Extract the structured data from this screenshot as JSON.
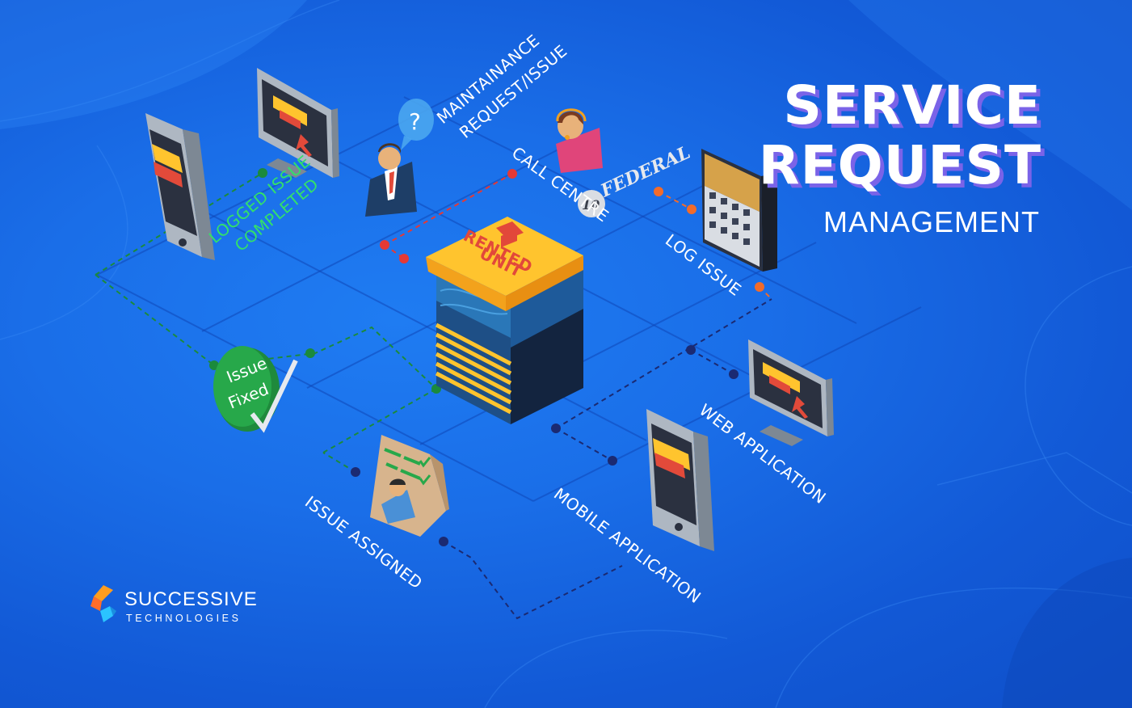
{
  "title": {
    "line1": "SERVICE",
    "line2": "REQUEST",
    "line3": "MANAGEMENT"
  },
  "center": {
    "sign_line1": "RENTED",
    "sign_line2": "UNIT"
  },
  "labels": {
    "maintenance_line1": "MAINTAINANCE",
    "maintenance_line2": "REQUEST/ISSUE",
    "call_centre": "CALL CENTRE",
    "federal": "FEDERAL",
    "federal_mark": "10",
    "log_issue": "LOG ISSUE",
    "logged_line1": "LOGGED ISSUE",
    "logged_line2": "COMPLETED",
    "issue_fixed_line1": "Issue",
    "issue_fixed_line2": "Fixed",
    "web_application": "WEB APPLICATION",
    "mobile_application": "MOBILE APPLICATION",
    "issue_assigned": "ISSUE ASSIGNED"
  },
  "speech_bubble_mark": "?",
  "brand": {
    "name": "SUCCESSIVE",
    "sub": "TECHNOLOGIES"
  },
  "colors": {
    "background": "#1565e0",
    "title_shadow": "#7a63e8",
    "label_green": "#33e06a",
    "dot_red": "#e53935",
    "dot_orange": "#f26b2a",
    "dot_green": "#1b8a3c",
    "dot_navy": "#1b2a72",
    "sign_yellow": "#ffc42e"
  }
}
